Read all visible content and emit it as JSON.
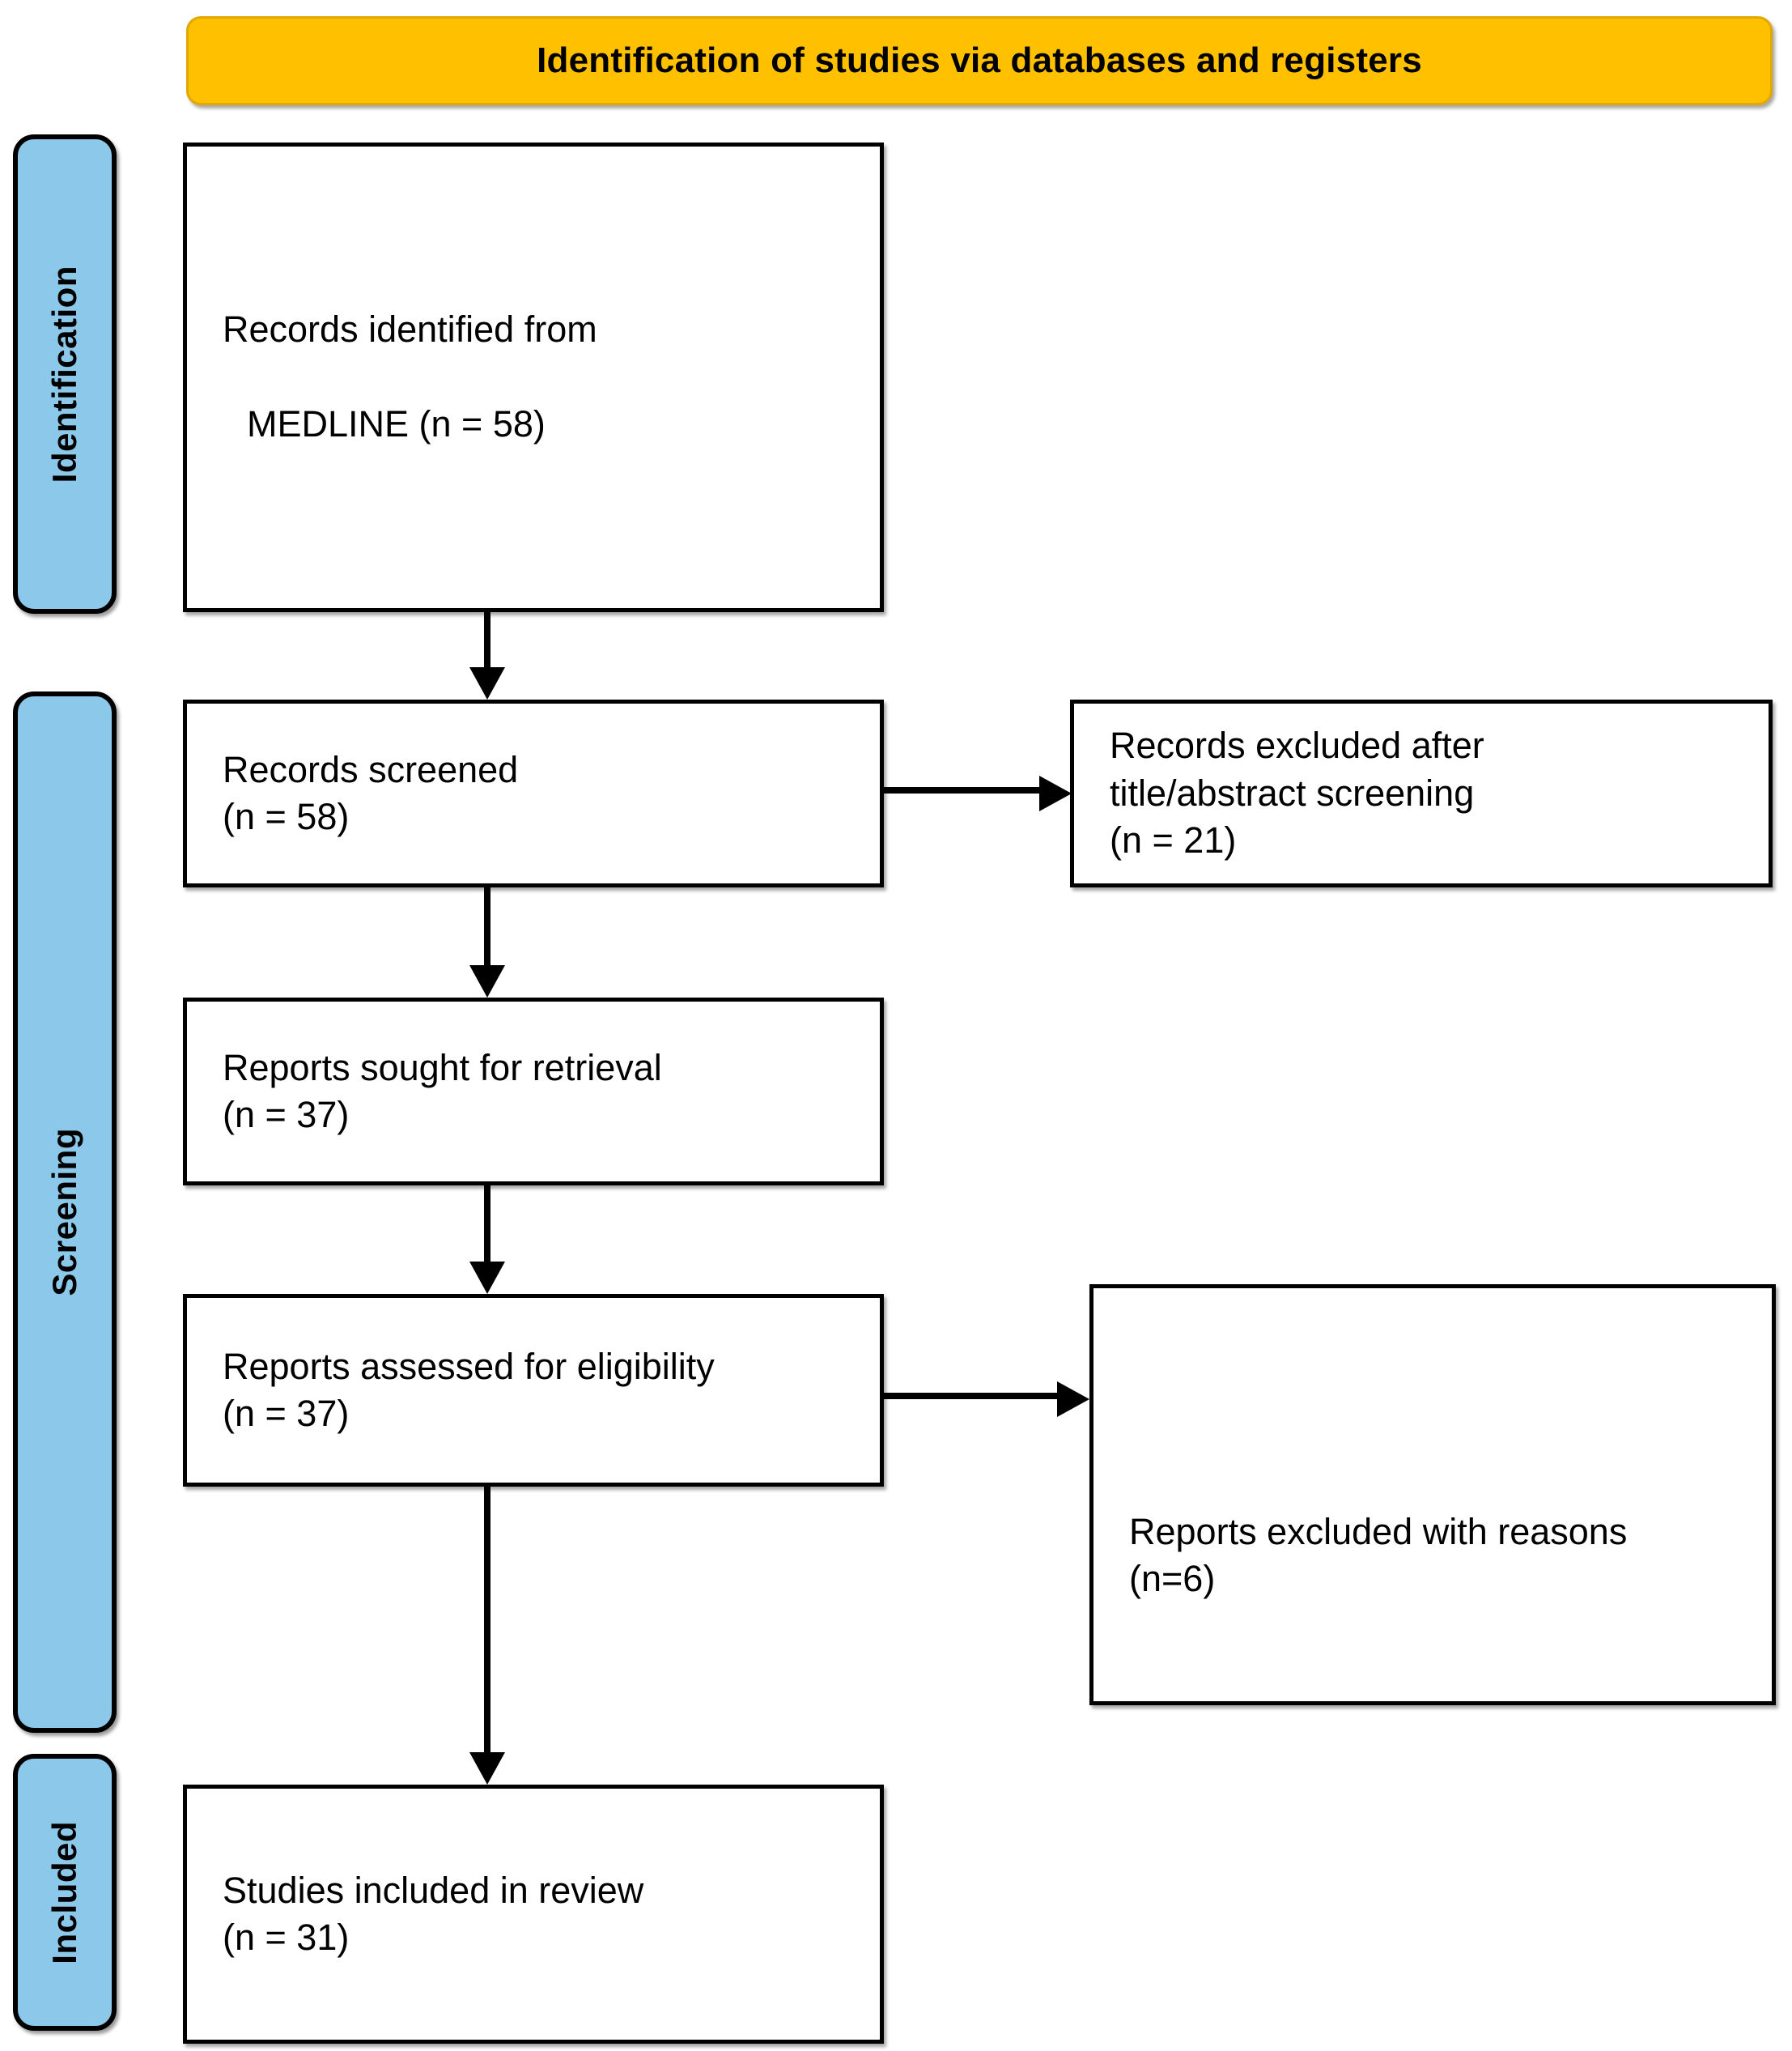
{
  "banner": {
    "title": "Identification of studies via databases and registers",
    "fill_color": "#FFC000",
    "text_color": "#000000"
  },
  "stages": {
    "identification": {
      "label": "Identification",
      "fill_color": "#8CC8EA"
    },
    "screening": {
      "label": "Screening",
      "fill_color": "#8CC8EA"
    },
    "included": {
      "label": "Included",
      "fill_color": "#8CC8EA"
    }
  },
  "boxes": {
    "identified": {
      "line1": "Records identified from",
      "line2": "MEDLINE (n = 58)",
      "count": 58,
      "source": "MEDLINE"
    },
    "screened": {
      "text": "Records screened\n(n = 58)",
      "count": 58
    },
    "excluded_screening": {
      "text": "Records excluded after\ntitle/abstract screening\n(n = 21)",
      "count": 21
    },
    "sought": {
      "text": "Reports sought for retrieval\n(n = 37)",
      "count": 37
    },
    "assessed": {
      "text": "Reports assessed for eligibility\n(n = 37)",
      "count": 37
    },
    "excluded_reasons": {
      "text": "Reports excluded with reasons\n(n=6)",
      "count": 6
    },
    "included": {
      "text": "Studies included in review\n(n = 31)",
      "count": 31
    }
  },
  "chart_data": {
    "type": "diagram",
    "title": "Identification of studies via databases and registers",
    "diagram_kind": "PRISMA 2020 flow diagram",
    "stages": [
      "Identification",
      "Screening",
      "Included"
    ],
    "nodes": [
      {
        "id": "identified",
        "stage": "Identification",
        "label": "Records identified from MEDLINE",
        "n": 58
      },
      {
        "id": "screened",
        "stage": "Screening",
        "label": "Records screened",
        "n": 58
      },
      {
        "id": "excluded_screening",
        "stage": "Screening",
        "label": "Records excluded after title/abstract screening",
        "n": 21
      },
      {
        "id": "sought",
        "stage": "Screening",
        "label": "Reports sought for retrieval",
        "n": 37
      },
      {
        "id": "assessed",
        "stage": "Screening",
        "label": "Reports assessed for eligibility",
        "n": 37
      },
      {
        "id": "excluded_reasons",
        "stage": "Screening",
        "label": "Reports excluded with reasons",
        "n": 6
      },
      {
        "id": "included",
        "stage": "Included",
        "label": "Studies included in review",
        "n": 31
      }
    ],
    "edges": [
      {
        "from": "identified",
        "to": "screened",
        "direction": "down"
      },
      {
        "from": "screened",
        "to": "excluded_screening",
        "direction": "right"
      },
      {
        "from": "screened",
        "to": "sought",
        "direction": "down"
      },
      {
        "from": "sought",
        "to": "assessed",
        "direction": "down"
      },
      {
        "from": "assessed",
        "to": "excluded_reasons",
        "direction": "right"
      },
      {
        "from": "assessed",
        "to": "included",
        "direction": "down"
      }
    ]
  }
}
